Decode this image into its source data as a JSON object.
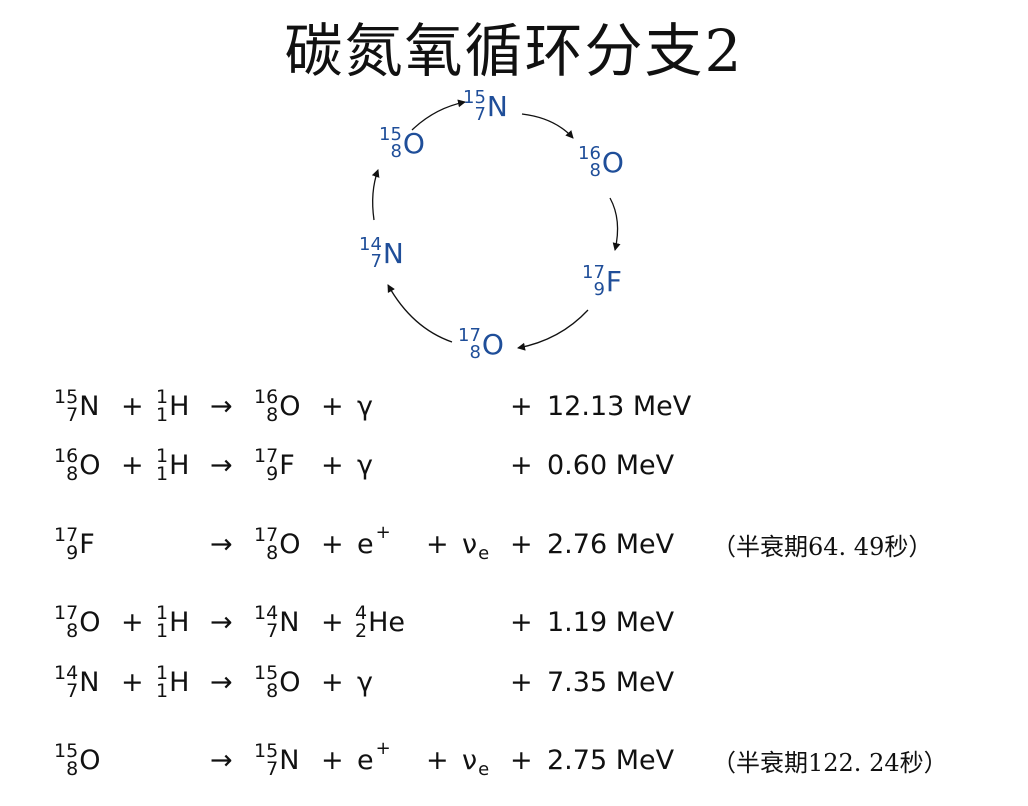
{
  "title": "碳氮氧循环分支2",
  "cycle_nodes": [
    {
      "mass": "15",
      "atomic": "7",
      "symbol": "N"
    },
    {
      "mass": "16",
      "atomic": "8",
      "symbol": "O"
    },
    {
      "mass": "17",
      "atomic": "9",
      "symbol": "F"
    },
    {
      "mass": "17",
      "atomic": "8",
      "symbol": "O"
    },
    {
      "mass": "14",
      "atomic": "7",
      "symbol": "N"
    },
    {
      "mass": "15",
      "atomic": "8",
      "symbol": "O"
    }
  ],
  "symbols": {
    "plus": "+",
    "arrow": "→",
    "gamma": "γ",
    "positron": "e",
    "positron_charge": "+",
    "neutrino": "ν",
    "neutrino_sub": "e"
  },
  "reactions": [
    {
      "r1": {
        "mass": "15",
        "atomic": "7",
        "symbol": "N"
      },
      "r2": {
        "mass": "1",
        "atomic": "1",
        "symbol": "H"
      },
      "p1": {
        "mass": "16",
        "atomic": "8",
        "symbol": "O"
      },
      "energy": "12.13 MeV"
    },
    {
      "r1": {
        "mass": "16",
        "atomic": "8",
        "symbol": "O"
      },
      "r2": {
        "mass": "1",
        "atomic": "1",
        "symbol": "H"
      },
      "p1": {
        "mass": "17",
        "atomic": "9",
        "symbol": "F"
      },
      "energy": "0.60 MeV"
    },
    {
      "r1": {
        "mass": "17",
        "atomic": "9",
        "symbol": "F"
      },
      "p1": {
        "mass": "17",
        "atomic": "8",
        "symbol": "O"
      },
      "energy": "2.76 MeV",
      "note": "（半衰期64. 49秒）"
    },
    {
      "r1": {
        "mass": "17",
        "atomic": "8",
        "symbol": "O"
      },
      "r2": {
        "mass": "1",
        "atomic": "1",
        "symbol": "H"
      },
      "p1": {
        "mass": "14",
        "atomic": "7",
        "symbol": "N"
      },
      "p2": {
        "mass": "4",
        "atomic": "2",
        "symbol": "He"
      },
      "energy": "1.19 MeV"
    },
    {
      "r1": {
        "mass": "14",
        "atomic": "7",
        "symbol": "N"
      },
      "r2": {
        "mass": "1",
        "atomic": "1",
        "symbol": "H"
      },
      "p1": {
        "mass": "15",
        "atomic": "8",
        "symbol": "O"
      },
      "energy": "7.35 MeV"
    },
    {
      "r1": {
        "mass": "15",
        "atomic": "8",
        "symbol": "O"
      },
      "p1": {
        "mass": "15",
        "atomic": "7",
        "symbol": "N"
      },
      "energy": "2.75 MeV",
      "note": "（半衰期122. 24秒）"
    }
  ]
}
